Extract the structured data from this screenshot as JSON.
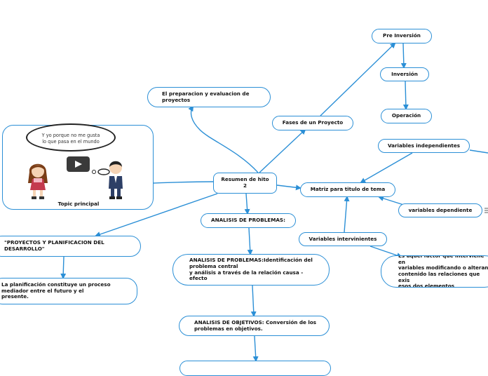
{
  "center": "Resumen de hito 2",
  "topic": {
    "label": "Topic principal",
    "bubble_text": "Y yo porque no me gusta\nlo que pasa en el mundo",
    "video_icon": "play-icon"
  },
  "nodes": {
    "preparacion": "El preparacion y evaluacion de\nproyectos",
    "fases": "Fases de un Proyecto",
    "pre_inversion": "Pre Inversión",
    "inversion": "Inversión",
    "operacion": "Operación",
    "var_independientes": "Variables independientes",
    "matriz": "Matriz para titulo de tema",
    "var_dependiente": "variables dependiente",
    "var_intervinientes": "Variables intervinientes",
    "var_intervinientes_def": "Es aquel factor que interviene en\nvariables modificando o alterand\ncontenido las relaciones que exis\nesos dos elementos",
    "analisis_problemas": "ANALISIS DE PROBLEMAS:",
    "analisis_problemas_def": "ANALISIS DE PROBLEMAS:Identificación del\nproblema central\ny análisis a través de la relación causa -\nefecto",
    "analisis_objetivos": "ANALISIS DE OBJETIVOS: Conversión de los\nproblemas en objetivos.",
    "proyectos_planificacion": "\"PROYECTOS Y PLANIFICACION DEL\nDESARROLLO\"",
    "planificacion_def": "La planificación constituye un proceso\nmediador entre el futuro y el\npresente."
  },
  "colors": {
    "line": "#2b8fd6",
    "node_border": "#2b8fd6"
  }
}
